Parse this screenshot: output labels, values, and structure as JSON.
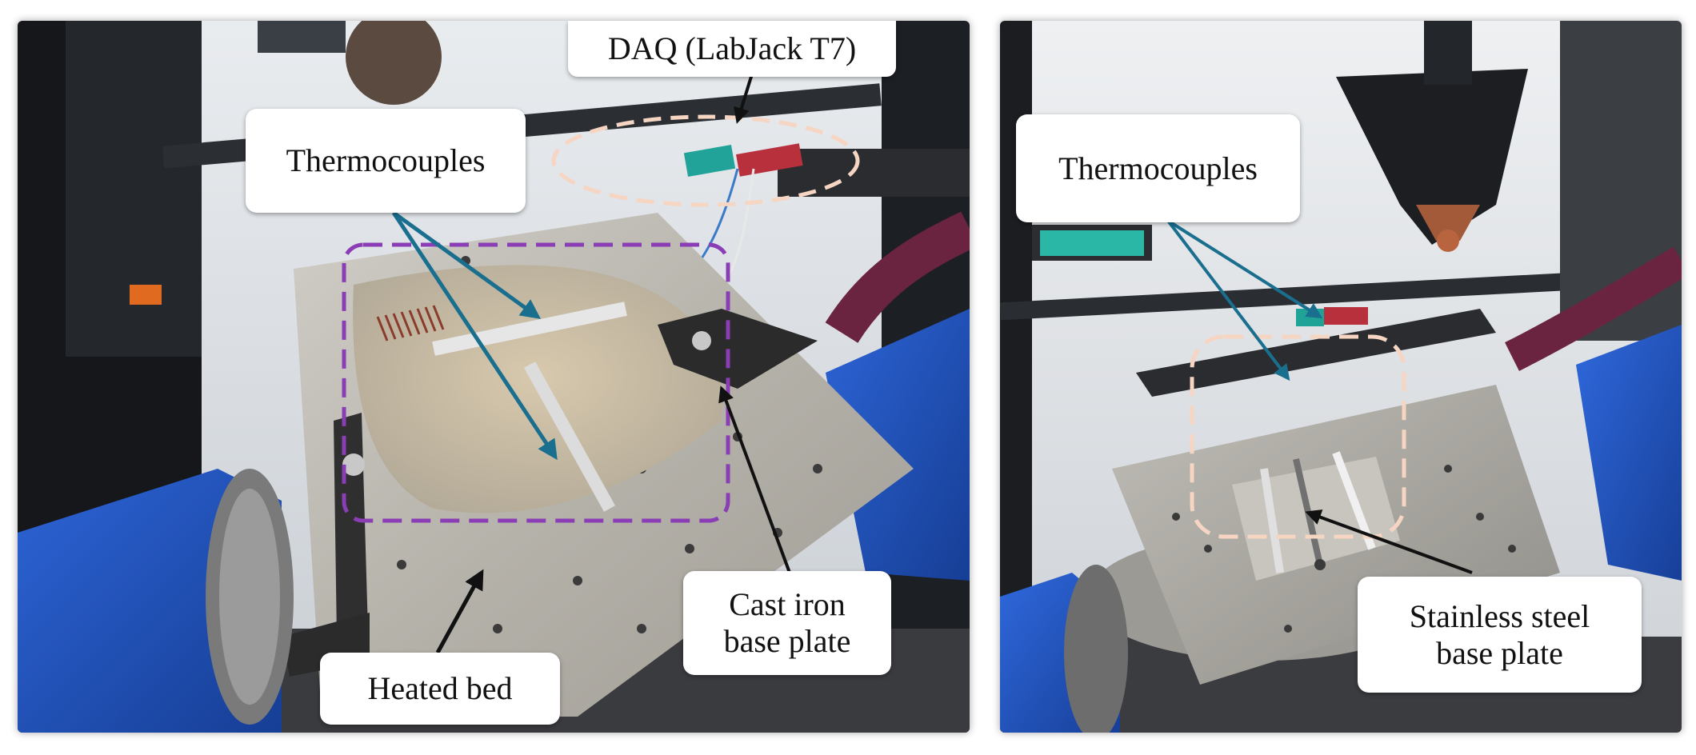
{
  "left_panel": {
    "labels": {
      "daq": "DAQ (LabJack T7)",
      "thermocouples": "Thermocouples",
      "cast_iron_line1": "Cast iron",
      "cast_iron_line2": "base plate",
      "heated_bed": "Heated bed"
    }
  },
  "right_panel": {
    "labels": {
      "thermocouples": "Thermocouples",
      "stainless_line1": "Stainless steel",
      "stainless_line2": "base plate"
    }
  },
  "colors": {
    "machine_blue": "#1f4fb8",
    "plate_steel": "#b9b7b0",
    "arrow_teal": "#1a6f8f",
    "dashed_purple": "#8a3db5",
    "dashed_peach": "#f6d5c2",
    "enclosure_gray": "#2a2c30"
  }
}
